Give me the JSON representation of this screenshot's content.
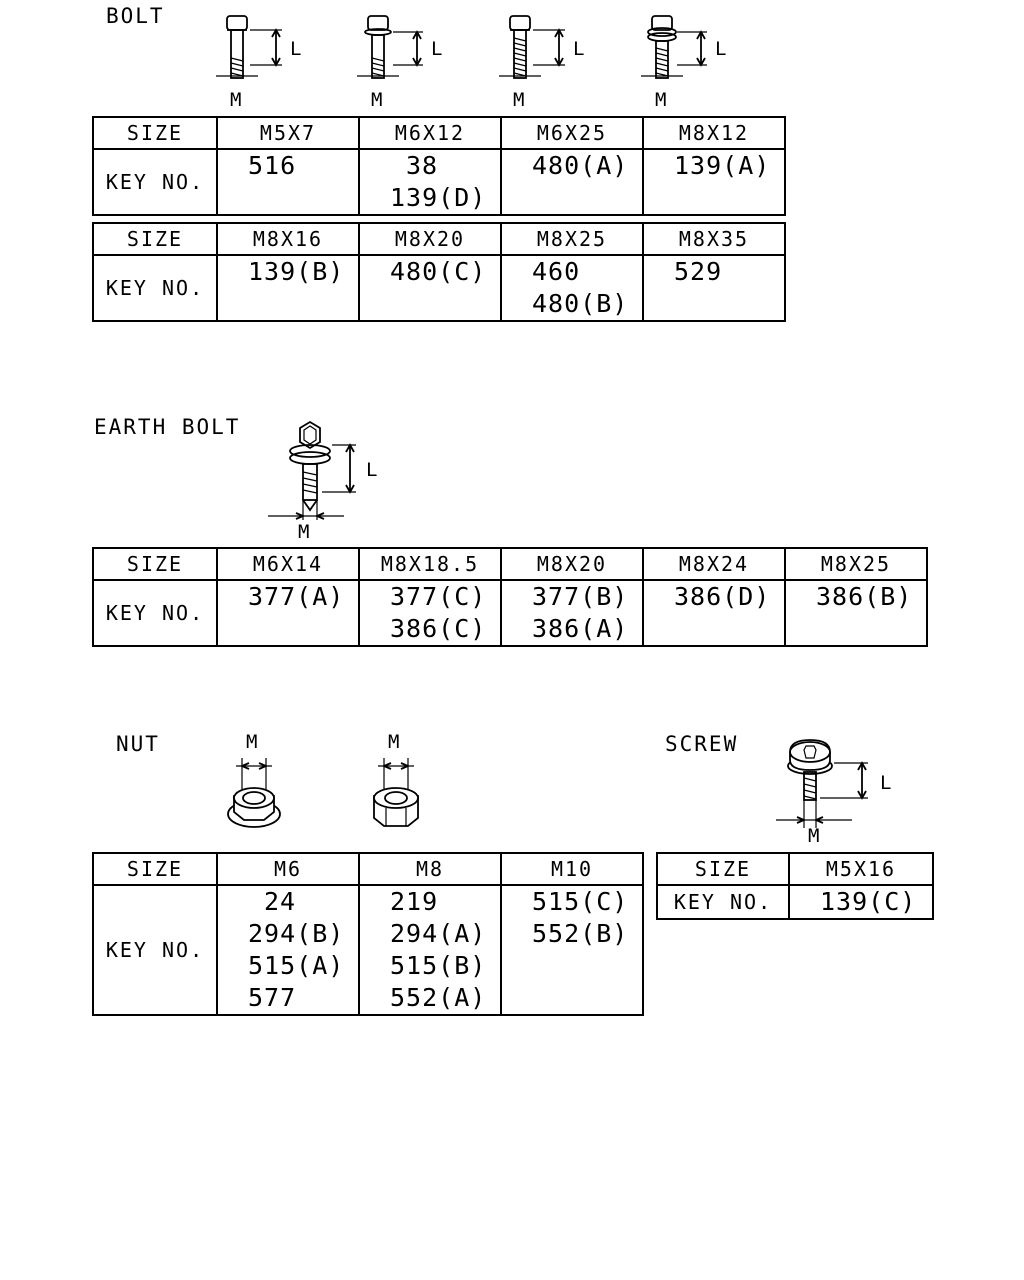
{
  "bolt": {
    "title": "BOLT",
    "dim_length": "L",
    "dim_diameter": "M",
    "tables": [
      {
        "size_label": "SIZE",
        "key_label": "KEY NO.",
        "columns": [
          {
            "size": "M5X7",
            "keys": [
              "516"
            ]
          },
          {
            "size": "M6X12",
            "keys": [
              "38",
              "139(D)"
            ]
          },
          {
            "size": "M6X25",
            "keys": [
              "480(A)"
            ]
          },
          {
            "size": "M8X12",
            "keys": [
              "139(A)"
            ]
          }
        ]
      },
      {
        "size_label": "SIZE",
        "key_label": "KEY NO.",
        "columns": [
          {
            "size": "M8X16",
            "keys": [
              "139(B)"
            ]
          },
          {
            "size": "M8X20",
            "keys": [
              "480(C)"
            ]
          },
          {
            "size": "M8X25",
            "keys": [
              "460",
              "480(B)"
            ]
          },
          {
            "size": "M8X35",
            "keys": [
              "529"
            ]
          }
        ]
      }
    ]
  },
  "earth_bolt": {
    "title": "EARTH BOLT",
    "dim_length": "L",
    "dim_diameter": "M",
    "table": {
      "size_label": "SIZE",
      "key_label": "KEY NO.",
      "columns": [
        {
          "size": "M6X14",
          "keys": [
            "377(A)"
          ]
        },
        {
          "size": "M8X18.5",
          "keys": [
            "377(C)",
            "386(C)"
          ]
        },
        {
          "size": "M8X20",
          "keys": [
            "377(B)",
            "386(A)"
          ]
        },
        {
          "size": "M8X24",
          "keys": [
            "386(D)"
          ]
        },
        {
          "size": "M8X25",
          "keys": [
            "386(B)"
          ]
        }
      ]
    }
  },
  "nut": {
    "title": "NUT",
    "dim_diameter": "M",
    "table": {
      "size_label": "SIZE",
      "key_label": "KEY NO.",
      "columns": [
        {
          "size": "M6",
          "keys": [
            "24",
            "294(B)",
            "515(A)",
            "577"
          ]
        },
        {
          "size": "M8",
          "keys": [
            "219",
            "294(A)",
            "515(B)",
            "552(A)"
          ]
        },
        {
          "size": "M10",
          "keys": [
            "515(C)",
            "552(B)"
          ]
        }
      ]
    }
  },
  "screw": {
    "title": "SCREW",
    "dim_length": "L",
    "dim_diameter": "M",
    "table": {
      "size_label": "SIZE",
      "key_label": "KEY NO.",
      "columns": [
        {
          "size": "M5X16",
          "keys": [
            "139(C)"
          ]
        }
      ]
    }
  }
}
